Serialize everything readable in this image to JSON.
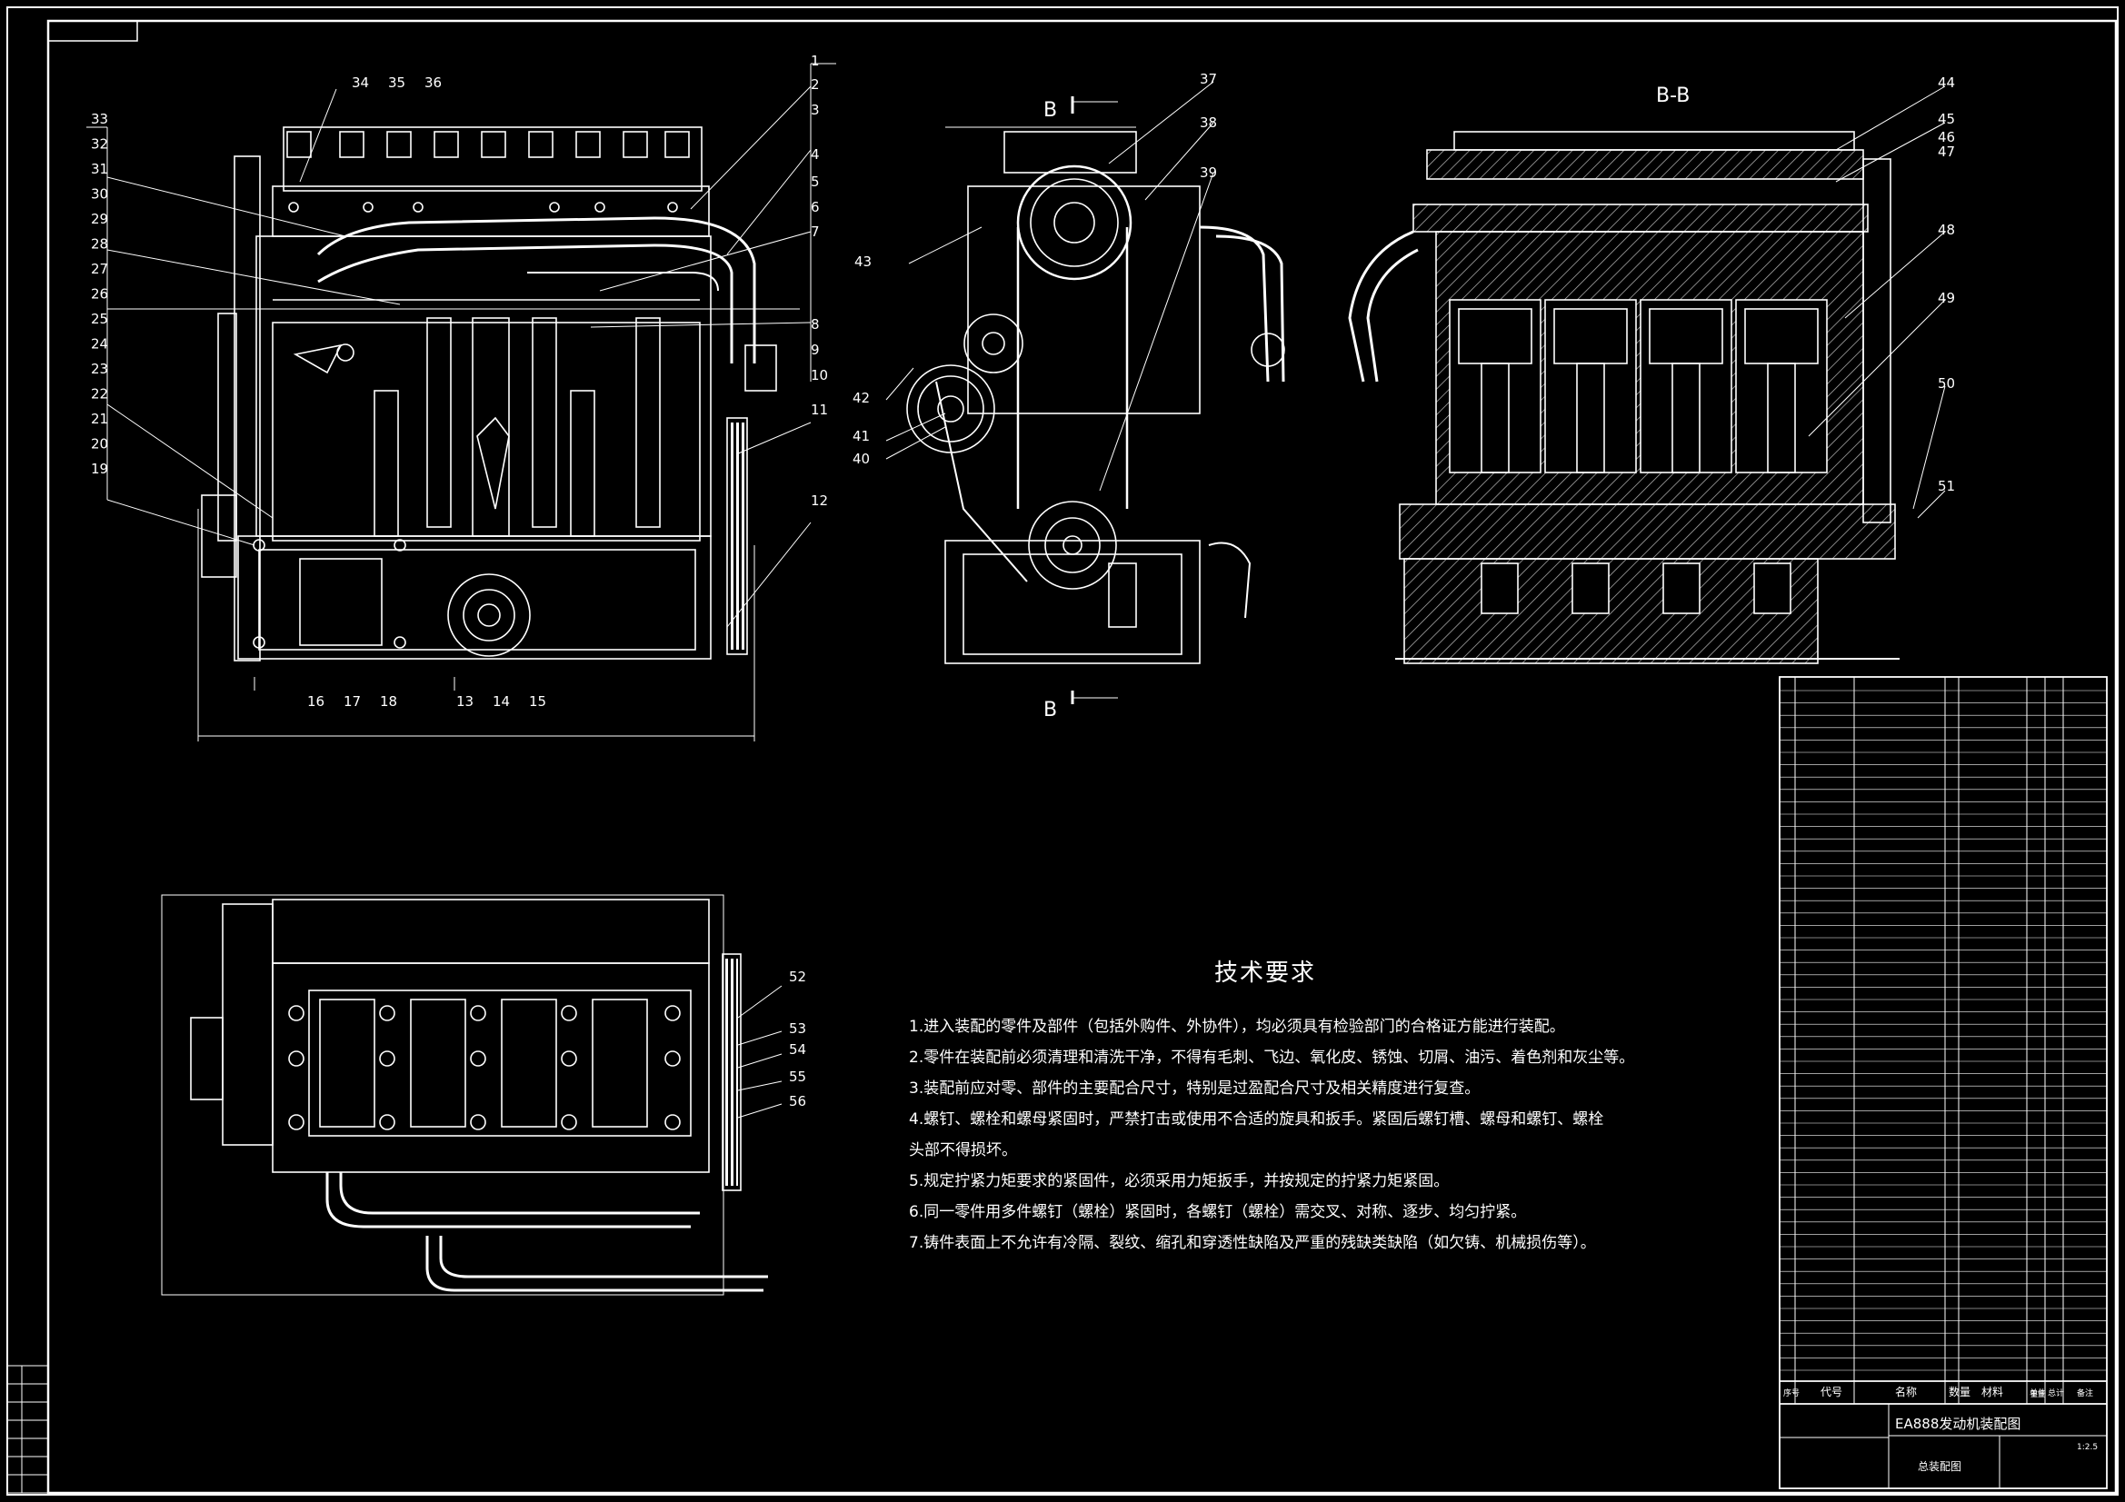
{
  "drawing": {
    "section_label": "B-B",
    "cut_label": "B",
    "title": "EA888发动机装配图",
    "drawing_type": "总装配图",
    "scale": "1:2.5",
    "colors": {
      "background": "#000000",
      "lines": "#ffffff",
      "hatch": "#c8c8c8",
      "mark": "#cc3333"
    }
  },
  "tech": {
    "heading": "技术要求",
    "items": [
      "1.进入装配的零件及部件（包括外购件、外协件），均必须具有检验部门的合格证方能进行装配。",
      "2.零件在装配前必须清理和清洗干净，不得有毛刺、飞边、氧化皮、锈蚀、切屑、油污、着色剂和灰尘等。",
      "3.装配前应对零、部件的主要配合尺寸，特别是过盈配合尺寸及相关精度进行复查。",
      "4.螺钉、螺栓和螺母紧固时，严禁打击或使用不合适的旋具和扳手。紧固后螺钉槽、螺母和螺钉、螺栓头部不得损坏。",
      "5.规定拧紧力矩要求的紧固件，必须采用力矩扳手，并按规定的拧紧力矩紧固。",
      "6.同一零件用多件螺钉（螺栓）紧固时，各螺钉（螺栓）需交叉、对称、逐步、均匀拧紧。",
      "7.铸件表面上不允许有冷隔、裂纹、缩孔和穿透性缺陷及严重的残缺类缺陷（如欠铸、机械损伤等）。"
    ]
  },
  "balloons": {
    "front_top": [
      "34",
      "35",
      "36"
    ],
    "front_right": [
      "1",
      "2",
      "3",
      "4",
      "5",
      "6",
      "7",
      "8",
      "9",
      "10",
      "11",
      "12"
    ],
    "front_left": [
      "33",
      "32",
      "31",
      "30",
      "29",
      "28",
      "27",
      "26",
      "25",
      "24",
      "23",
      "22",
      "21",
      "20",
      "19"
    ],
    "front_bottom_a": [
      "16",
      "17",
      "18"
    ],
    "front_bottom_b": [
      "13",
      "14",
      "15"
    ],
    "side": [
      "37",
      "38",
      "39",
      "43",
      "42",
      "41",
      "40"
    ],
    "section": [
      "44",
      "45",
      "46",
      "47",
      "48",
      "49",
      "50",
      "51"
    ],
    "plan": [
      "52",
      "53",
      "54",
      "55",
      "56"
    ]
  },
  "title_block": {
    "headers": [
      "序号",
      "代号",
      "名称",
      "数量",
      "材料",
      "单件",
      "总计",
      "备注"
    ],
    "weight_label": "重量"
  }
}
